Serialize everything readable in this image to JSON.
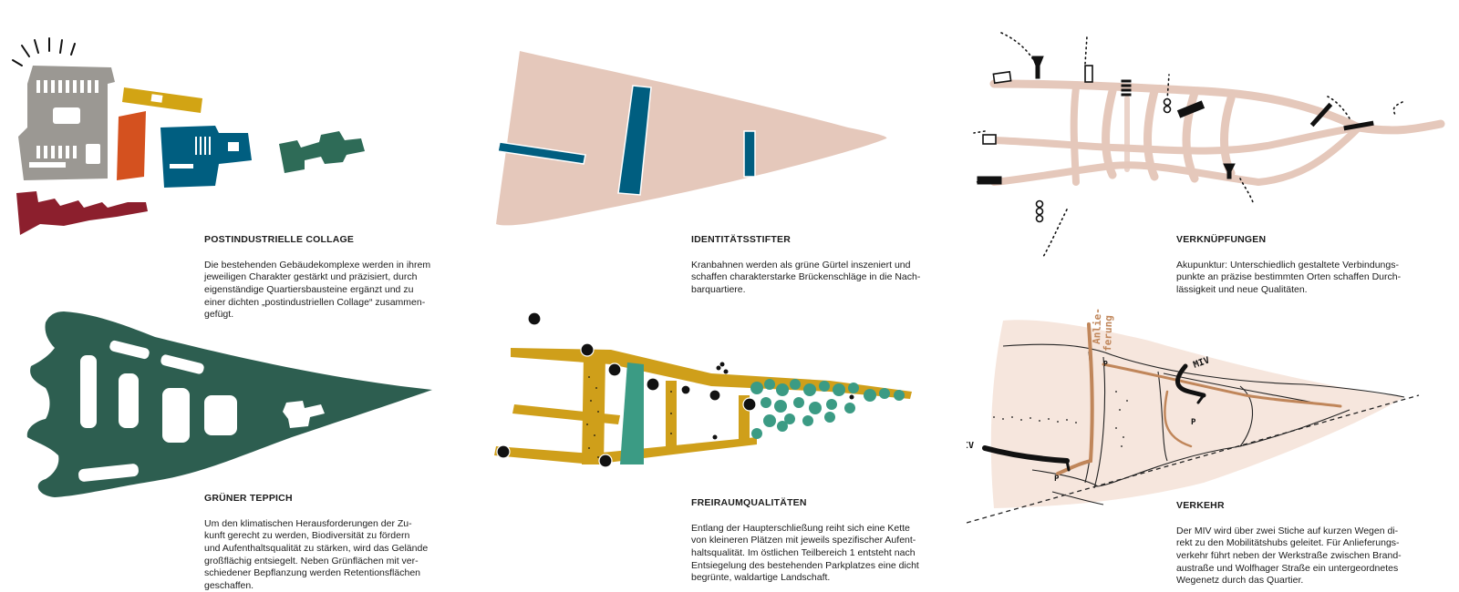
{
  "colors": {
    "grey": "#9b9893",
    "orange": "#d4511f",
    "mustard": "#d2a414",
    "petrol": "#005e80",
    "teal": "#2e6b57",
    "bordeaux": "#8c1f2d",
    "rose": "#e5c8bb",
    "forest": "#2d5e50",
    "ochre": "#cf9f1a",
    "jade": "#3b9b84",
    "brown": "#c0865a",
    "blush": "#f6e6dd",
    "black": "#111111"
  },
  "panels": [
    {
      "title": "POSTINDUSTRIELLE COLLAGE",
      "body": "Die bestehenden Gebäudekomplexe werden in ihrem\njeweiligen Charakter gestärkt und präzisiert, durch\neigenständige Quartiersbausteine ergänzt und zu\neiner dichten „postindustriellen Collage“ zusammen-\ngefügt."
    },
    {
      "title": "IDENTITÄTSSTIFTER",
      "body": "Kranbahnen werden als grüne Gürtel inszeniert und\nschaffen charakterstarke Brückenschläge in die Nach-\nbarquartiere."
    },
    {
      "title": "VERKNÜPFUNGEN",
      "body": "Akupunktur: Unterschiedlich gestaltete Verbindungs-\npunkte an präzise bestimmten Orten schaffen Durch-\nlässigkeit und neue Qualitäten."
    },
    {
      "title": "GRÜNER TEPPICH",
      "body": "Um den klimatischen Herausforderungen der Zu-\nkunft gerecht zu werden, Biodiversität zu fördern\nund Aufenthaltsqualität zu stärken, wird das Gelände\ngroßflächig entsiegelt. Neben Grünflächen mit ver-\nschiedener Bepflanzung werden Retentionsflächen\ngeschaffen."
    },
    {
      "title": "FREIRAUMQUALITÄTEN",
      "body": "Entlang der Haupterschließung reiht sich eine Kette\nvon kleineren Plätzen mit jeweils spezifischer Aufent-\nhaltsqualität. Im östlichen Teilbereich 1 entsteht nach\nEntsiegelung des bestehenden Parkplatzes eine dicht\nbegrünte, waldartige Landschaft."
    },
    {
      "title": "VERKEHR",
      "body": "Der MIV wird über zwei Stiche auf kurzen Wegen di-\nrekt zu den Mobilitätshubs geleitet. Für Anlieferungs-\nverkehr führt neben der Werkstraße zwischen Brand-\naustraße und Wolfhager Straße ein untergeordnetes\nWegenetz durch das Quartier."
    }
  ],
  "traffic_labels": {
    "delivery_line1": "Anlie-",
    "delivery_line2": "ferung",
    "miv": "MIV",
    "parking": "P"
  }
}
